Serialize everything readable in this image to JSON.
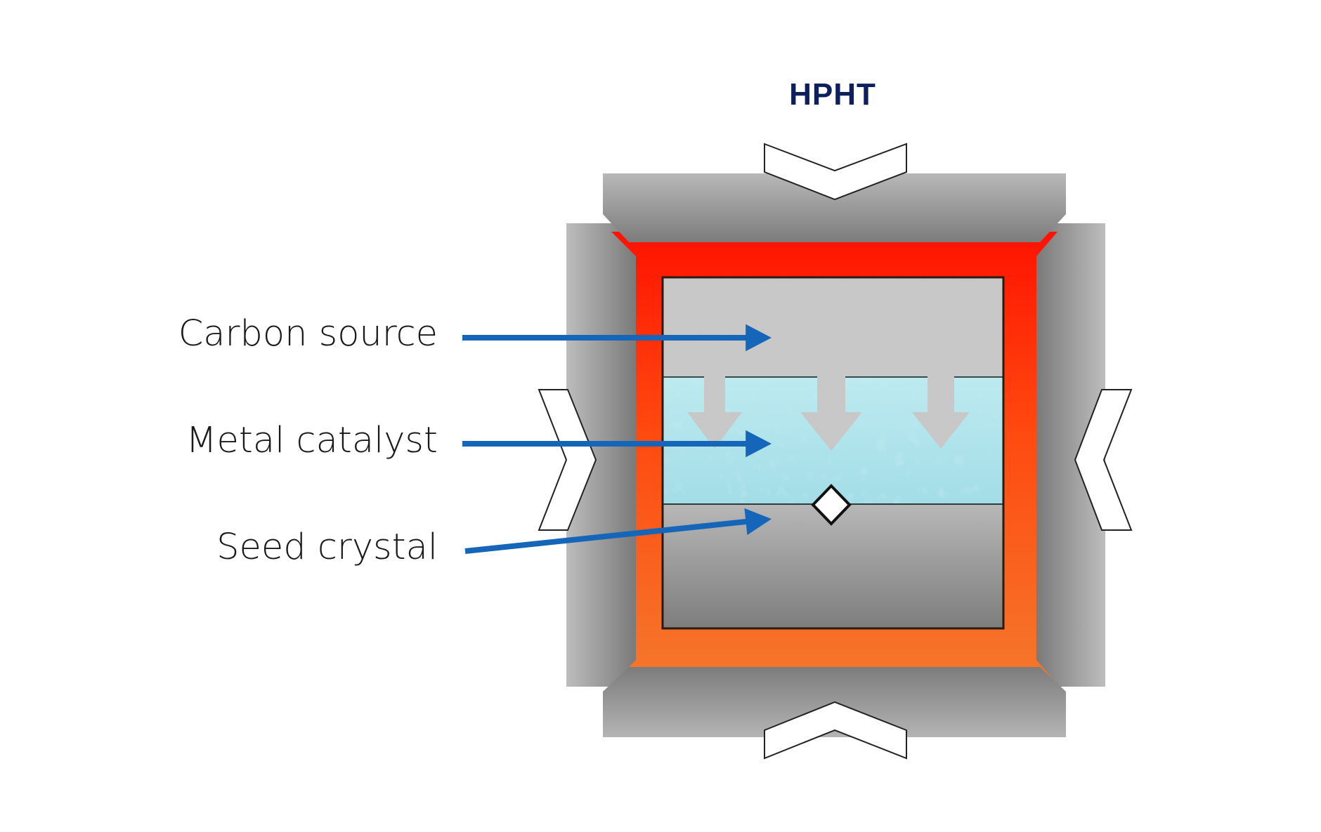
{
  "diagram": {
    "title": "HPHT",
    "labels": [
      {
        "id": "carbon-source",
        "text": "Carbon source"
      },
      {
        "id": "metal-catalyst",
        "text": "Metal catalyst"
      },
      {
        "id": "seed-crystal",
        "text": "Seed crystal"
      }
    ],
    "colors": {
      "title": "#0d1f5c",
      "pointer_arrows": "#1565b8",
      "capsule_top": "#ff1a00",
      "capsule_bottom": "#f5772a",
      "metal_catalyst": "#aee4ec",
      "anvil_gray": "#9a9a9a"
    },
    "components": [
      "top-anvil",
      "bottom-anvil",
      "left-anvil",
      "right-anvil",
      "heated-capsule",
      "carbon-source-layer",
      "metal-catalyst-layer",
      "seed-crystal-layer",
      "diamond-seed",
      "diffusion-arrows",
      "pressure-chevrons"
    ]
  }
}
